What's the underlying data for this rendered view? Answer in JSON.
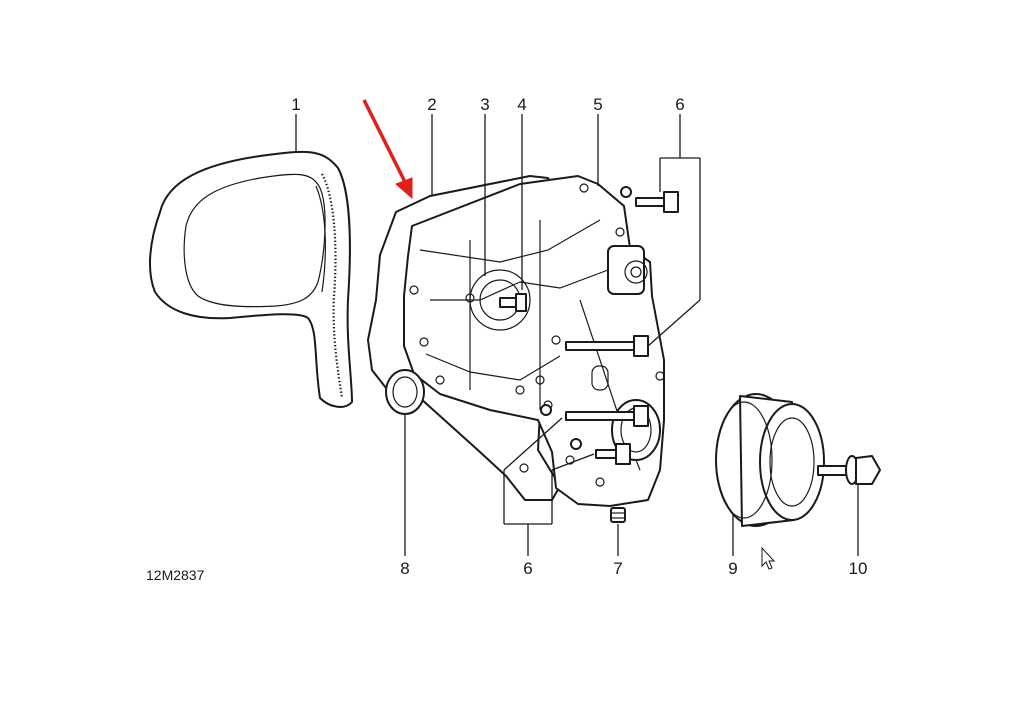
{
  "diagram": {
    "drawing_code": "12M2837",
    "callouts": [
      "1",
      "2",
      "3",
      "4",
      "5",
      "6",
      "6",
      "7",
      "8",
      "9",
      "10"
    ]
  },
  "colors": {
    "line": "#1a1a1a",
    "highlight_arrow": "#e0201b",
    "background": "#ffffff"
  },
  "icons": {
    "cursor": "mouse-pointer-icon"
  }
}
